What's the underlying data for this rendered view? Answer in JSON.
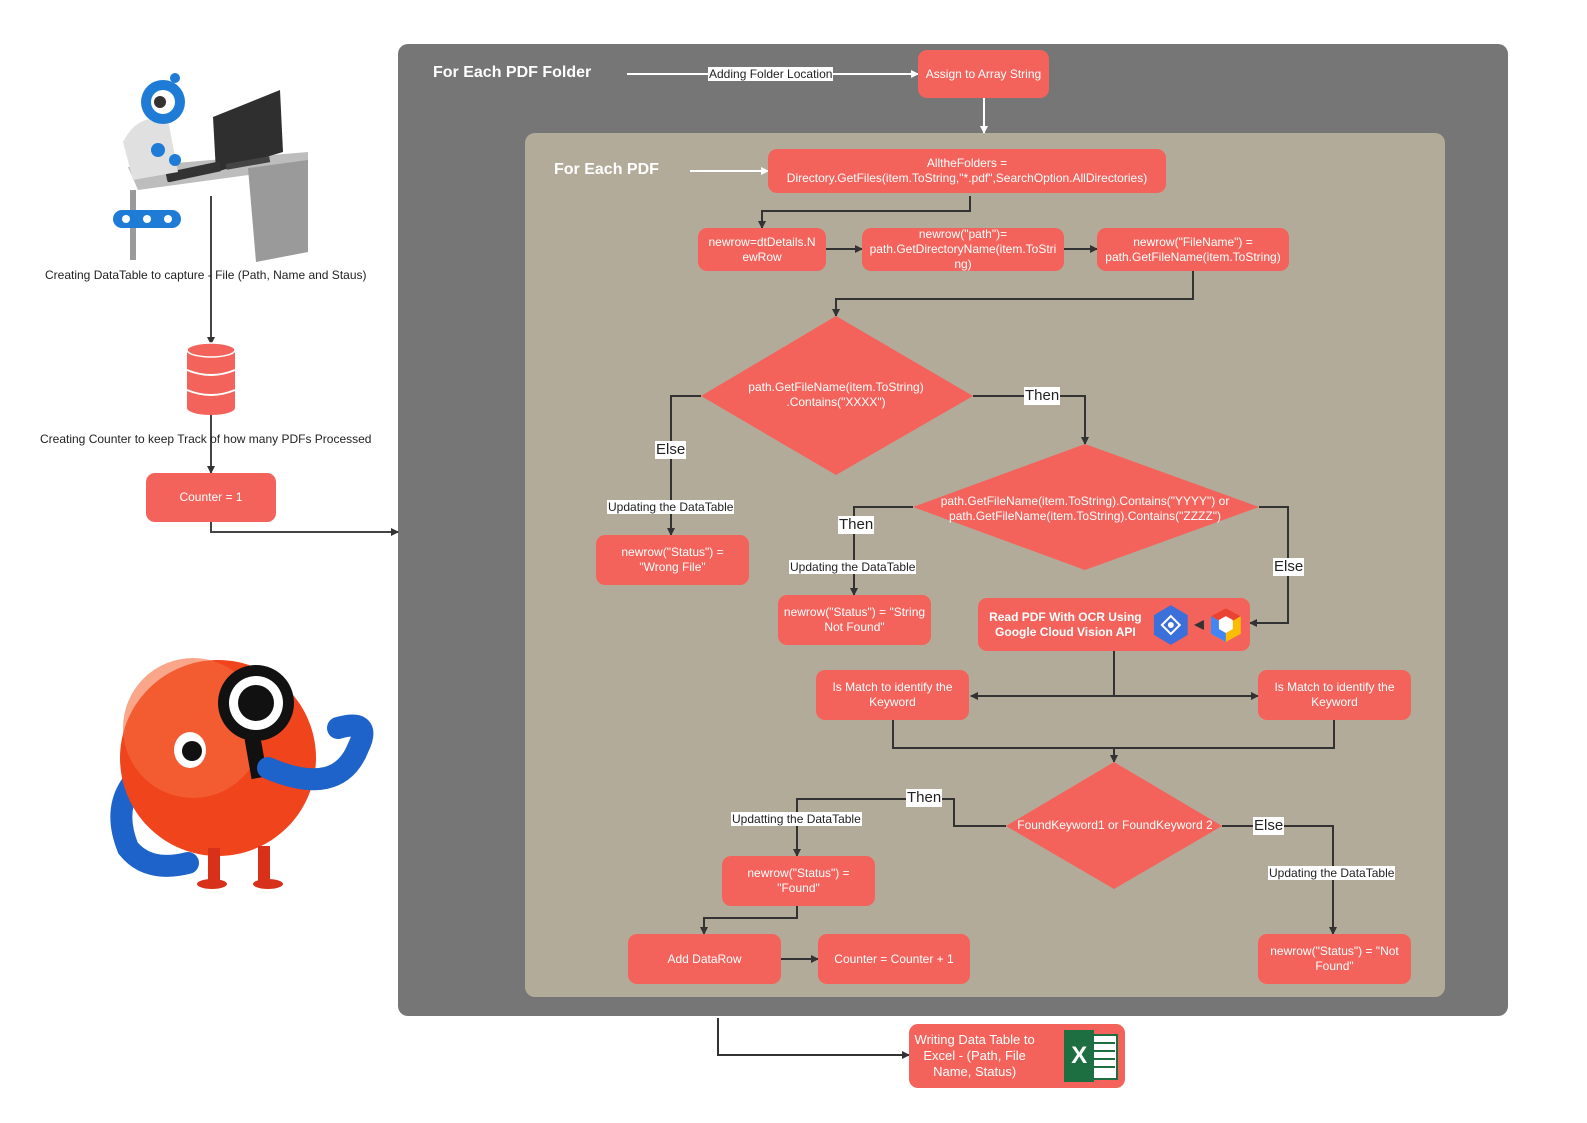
{
  "outer_title": "For Each PDF Folder",
  "inner_title": "For Each PDF",
  "left": {
    "datatable_caption": "Creating DataTable to capture - File (Path, Name and Staus)",
    "counter_caption": "Creating Counter to keep Track of how many PDFs Processed",
    "counter_box": "Counter =  1"
  },
  "nodes": {
    "assign_array": "Assign to Array String",
    "all_folders_1": "AlltheFolders =",
    "all_folders_2": "Directory.GetFiles(item.ToString,\"*.pdf\",SearchOption.AllDirectories)",
    "newrow_1": "newrow=dtDetails.N",
    "newrow_2": "ewRow",
    "path_1": "newrow(\"path\")=",
    "path_2": "path.GetDirectoryName(item.ToStri",
    "path_3": "ng)",
    "filename_1": "newrow(\"FileName\") =",
    "filename_2": "path.GetFileName(item.ToString)",
    "decision1_1": "path.GetFileName(item.ToString)",
    "decision1_2": ".Contains(\"XXXX\")",
    "decision2_1": "path.GetFileName(item.ToString).Contains(\"YYYY\") or",
    "decision2_2": "path.GetFileName(item.ToString).Contains(\"ZZZZ\")",
    "wrong_file_1": "newrow(\"Status\") =",
    "wrong_file_2": "\"Wrong File\"",
    "string_not_found_1": "newrow(\"Status\") = \"String",
    "string_not_found_2": "Not Found\"",
    "ocr_1": "Read PDF With OCR Using",
    "ocr_2": "Google Cloud Vision API",
    "match_left_1": "Is Match to identify the",
    "match_left_2": "Keyword",
    "match_right_1": "Is Match to identify the",
    "match_right_2": "Keyword",
    "decision3": "FoundKeyword1 or FoundKeyword 2",
    "found_1": "newrow(\"Status\") =",
    "found_2": "\"Found\"",
    "add_datarow": "Add DataRow",
    "counter_inc": "Counter = Counter + 1",
    "not_found_1": "newrow(\"Status\") = \"Not",
    "not_found_2": "Found\"",
    "excel_1": "Writing Data Table to",
    "excel_2": "Excel - (Path, File",
    "excel_3": "Name, Status)",
    "excel_icon_letter": "X"
  },
  "edge_labels": {
    "adding_folder": "Adding Folder Location",
    "then1": "Then",
    "else1": "Else",
    "updating_wrong": "Updating the DataTable",
    "then2": "Then",
    "updating_string": "Updating the DataTable",
    "else2": "Else",
    "then3": "Then",
    "updating_found": "Updatting the DataTable",
    "else3": "Else",
    "updating_notfound": "Updating the DataTable"
  },
  "colors": {
    "node": "#f4635b",
    "outer_container": "#767676",
    "inner_container": "#b3ab9a",
    "connector": "#333333"
  },
  "icons": [
    "robot-at-computer-illustration",
    "database-icon",
    "magnifier-mascot-illustration",
    "cloud-vision-icon",
    "gcp-hexagon-icon",
    "excel-icon"
  ]
}
